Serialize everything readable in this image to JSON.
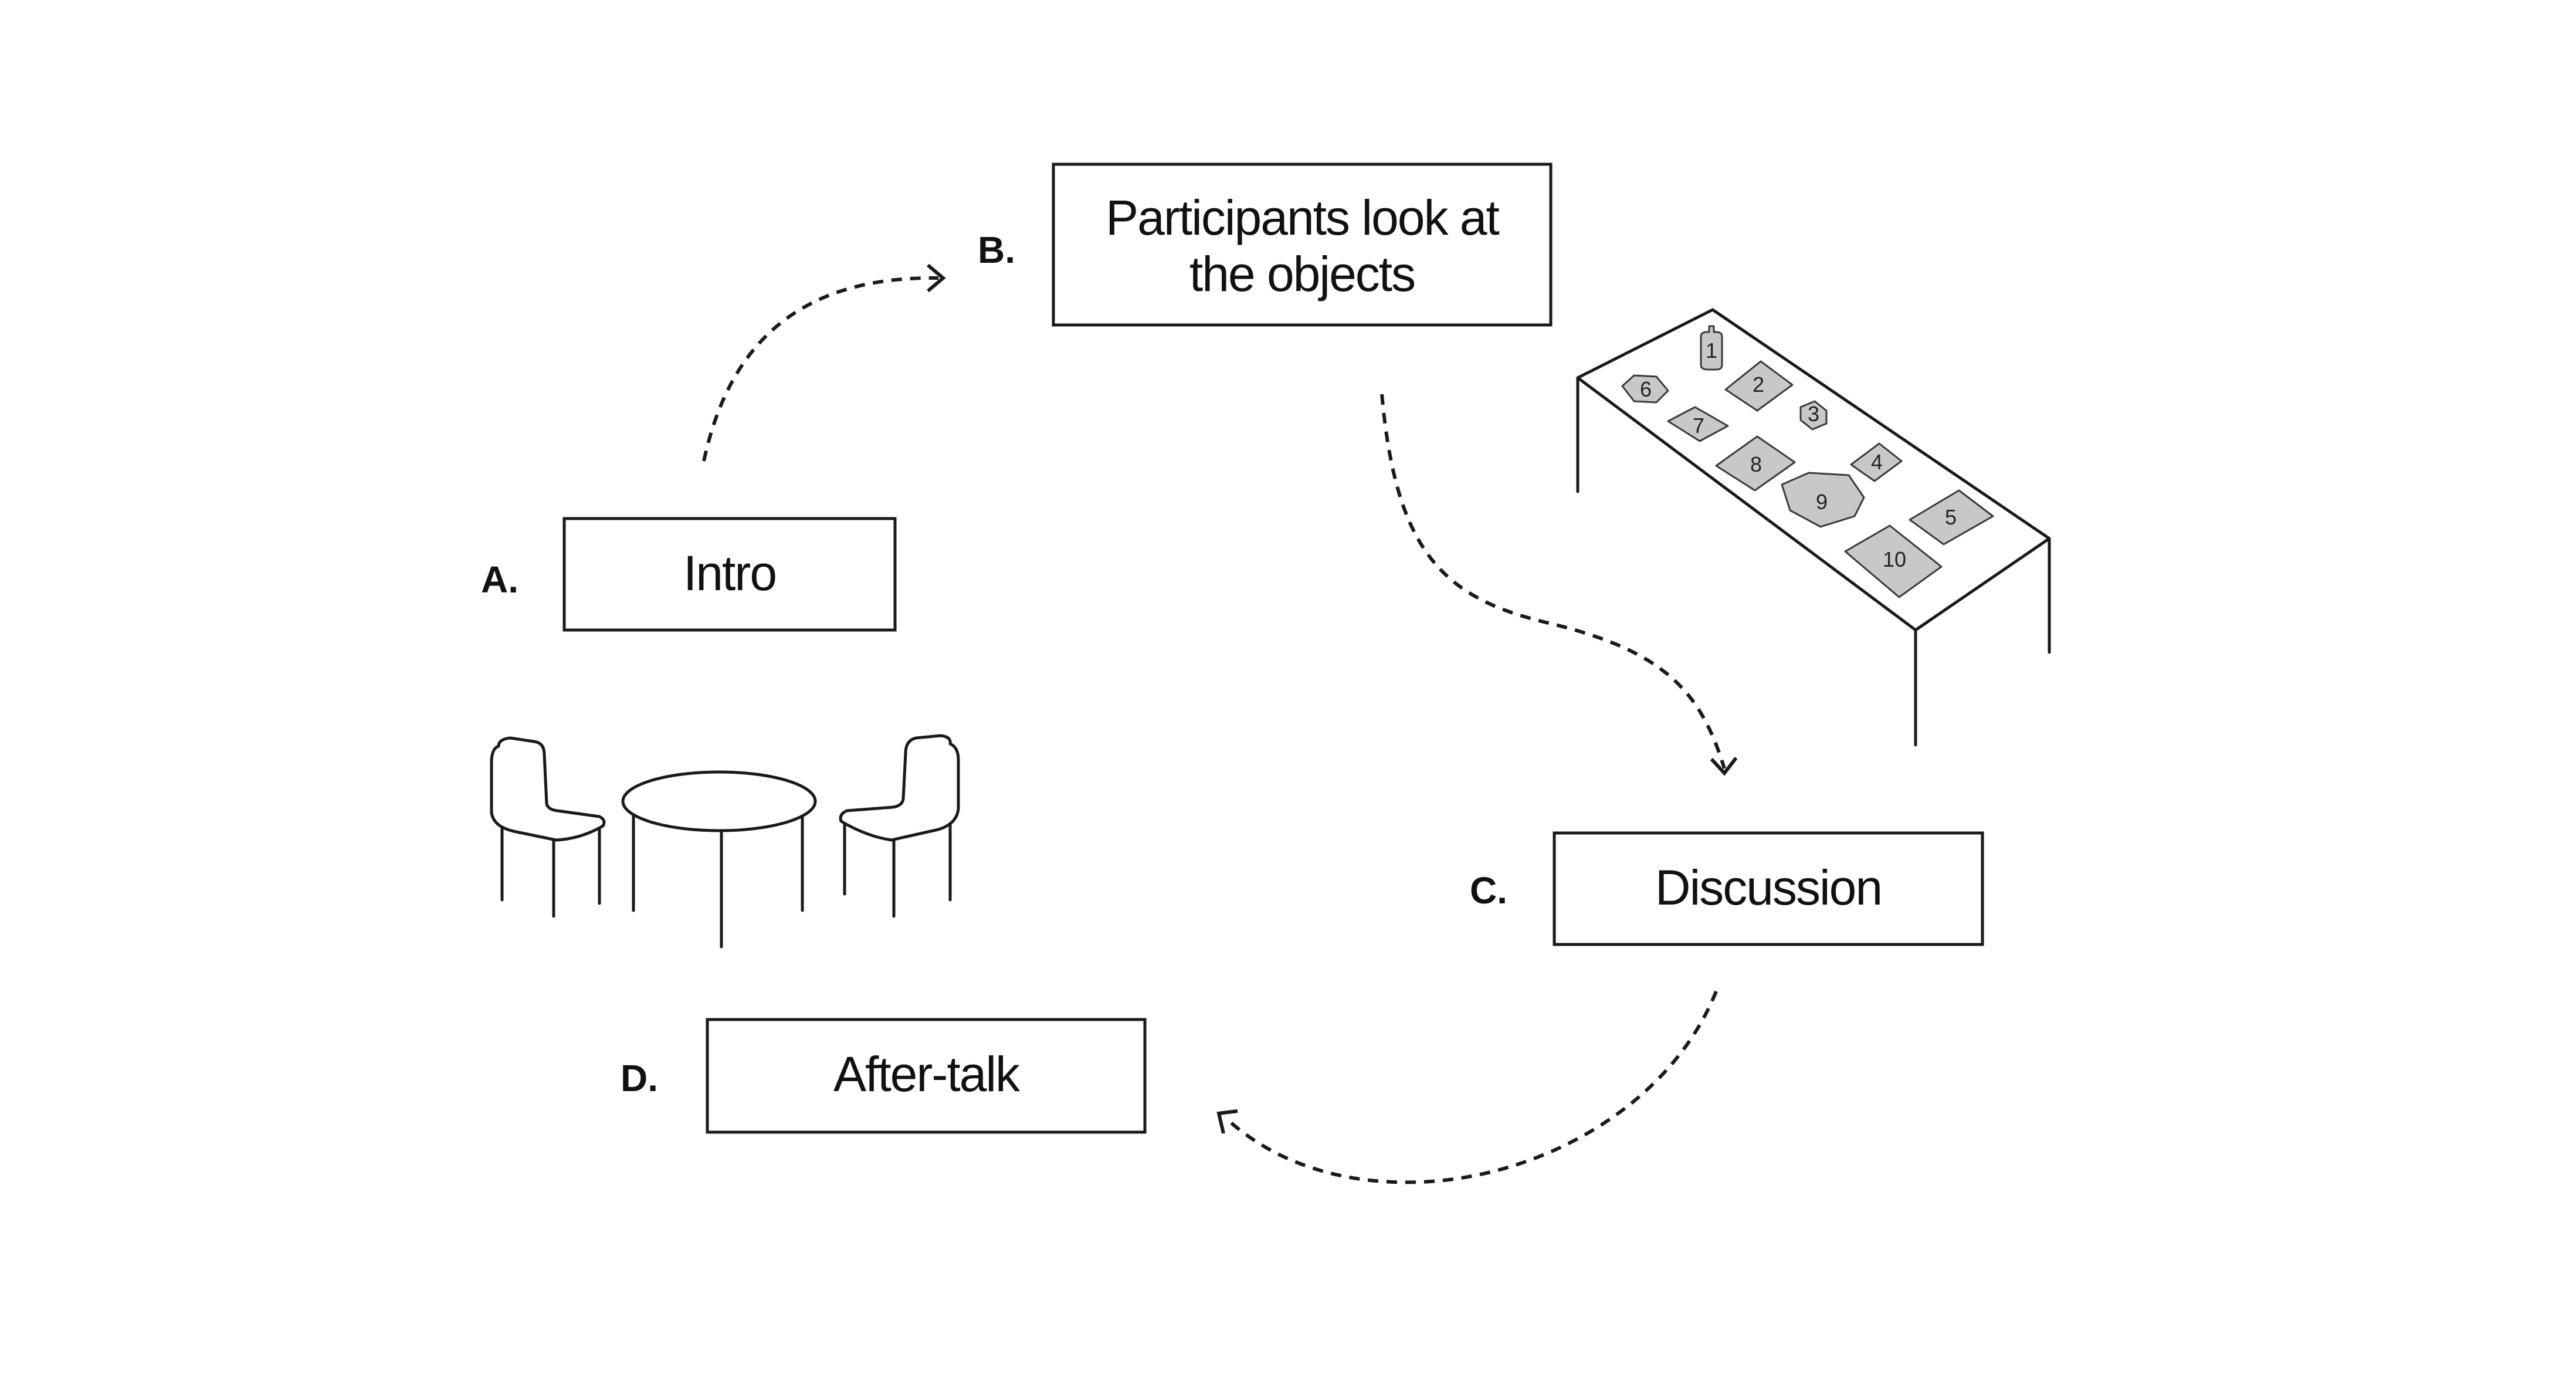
{
  "steps": {
    "a": {
      "letter": "A.",
      "title": "Intro"
    },
    "b": {
      "letter": "B.",
      "title_line1": "Participants look at",
      "title_line2": "the objects"
    },
    "c": {
      "letter": "C.",
      "title": "Discussion"
    },
    "d": {
      "letter": "D.",
      "title": "After-talk"
    }
  },
  "table_objects": [
    "1",
    "2",
    "3",
    "4",
    "5",
    "6",
    "7",
    "8",
    "9",
    "10"
  ],
  "colors": {
    "stroke": "#1a1a1a",
    "object_fill": "#c8c8c8",
    "background": "#ffffff"
  }
}
